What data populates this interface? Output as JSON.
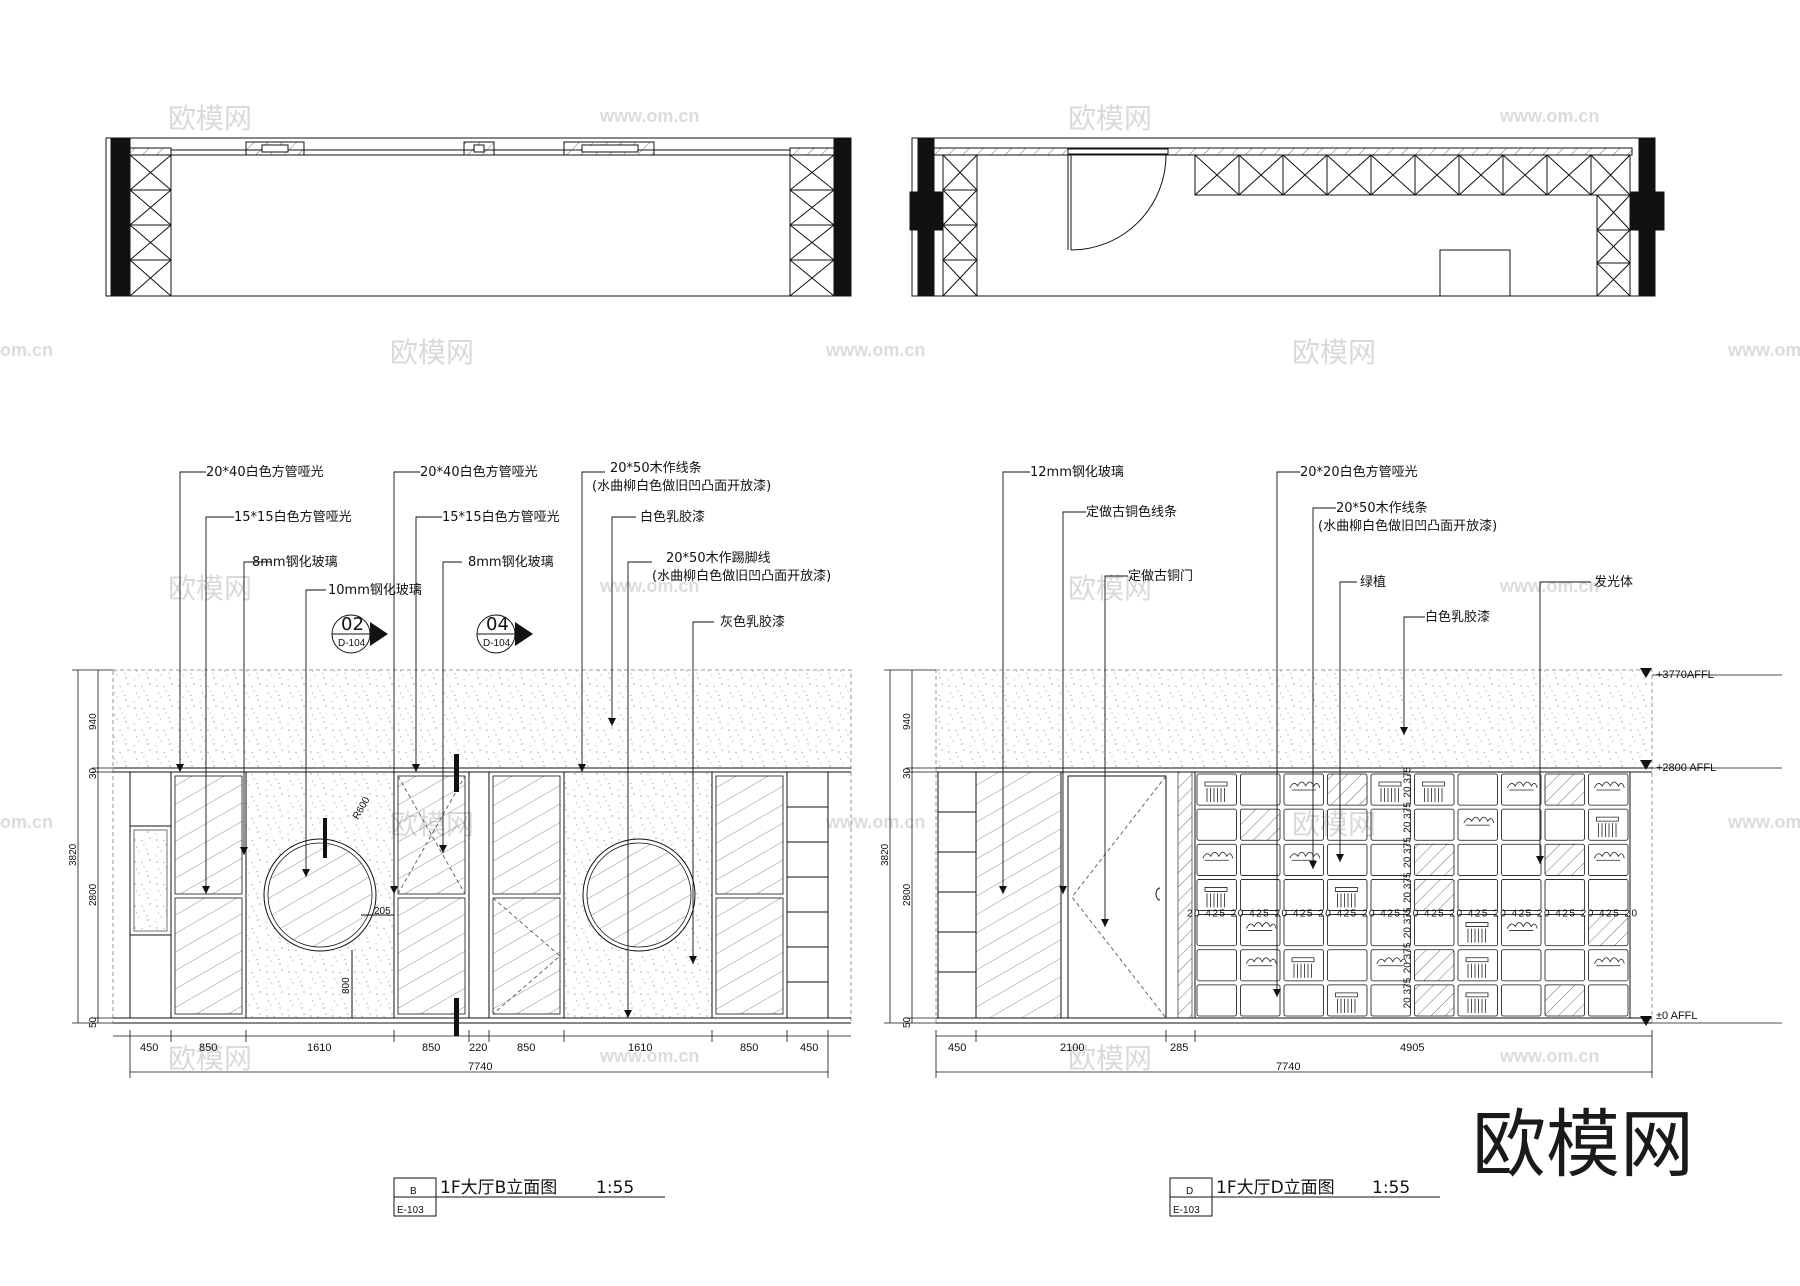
{
  "watermarks": {
    "brand": "欧模网",
    "site": "www.om.cn",
    "site_short": "om.cn"
  },
  "logo": "欧模网",
  "plan_left": {},
  "plan_right": {},
  "elev_b": {
    "title": "1F大厅B立面图",
    "scale": "1:55",
    "tag_letter": "B",
    "tag_ref": "E-103",
    "labels": {
      "a": "20*40白色方管哑光",
      "b": "15*15白色方管哑光",
      "c": "8mm钢化玻璃",
      "d": "10mm钢化玻璃",
      "e": "20*40白色方管哑光",
      "f": "15*15白色方管哑光",
      "g": "8mm钢化玻璃",
      "h1": "20*50木作线条",
      "h2": "(水曲柳白色做旧凹凸面开放漆)",
      "i": "白色乳胶漆",
      "j1": "20*50木作踢脚线",
      "j2": "(水曲柳白色做旧凹凸面开放漆)",
      "k": "灰色乳胶漆"
    },
    "sec1": {
      "num": "02",
      "ref": "D-104"
    },
    "sec2": {
      "num": "04",
      "ref": "D-104"
    },
    "r600": "R600",
    "d205": "205",
    "d800": "800",
    "vdims": {
      "v940": "940",
      "v30": "30",
      "v3820": "3820",
      "v2800": "2800",
      "v50": "50"
    },
    "hdims": [
      "450",
      "850",
      "1610",
      "850",
      "220",
      "850",
      "1610",
      "850",
      "450"
    ],
    "total": "7740"
  },
  "elev_d": {
    "title": "1F大厅D立面图",
    "scale": "1:55",
    "tag_letter": "D",
    "tag_ref": "E-103",
    "labels": {
      "a": "12mm钢化玻璃",
      "b": "定做古铜色线条",
      "c": "定做古铜门",
      "d": "20*20白色方管哑光",
      "e1": "20*50木作线条",
      "e2": "(水曲柳白色做旧凹凸面开放漆)",
      "f": "绿植",
      "g": "白色乳胶漆",
      "h": "发光体"
    },
    "levels": {
      "top": "+3770AFFL",
      "mid": "+2800  AFFL",
      "floor": "±0 AFFL"
    },
    "vdims": {
      "v940": "940",
      "v30": "30",
      "v3820": "3820",
      "v2800": "2800",
      "v50": "50"
    },
    "hdims": [
      "450",
      "2100",
      "285",
      "4905"
    ],
    "total": "7740",
    "shelf_w": "425",
    "shelf_gap": "20",
    "shelf_h": "375"
  }
}
